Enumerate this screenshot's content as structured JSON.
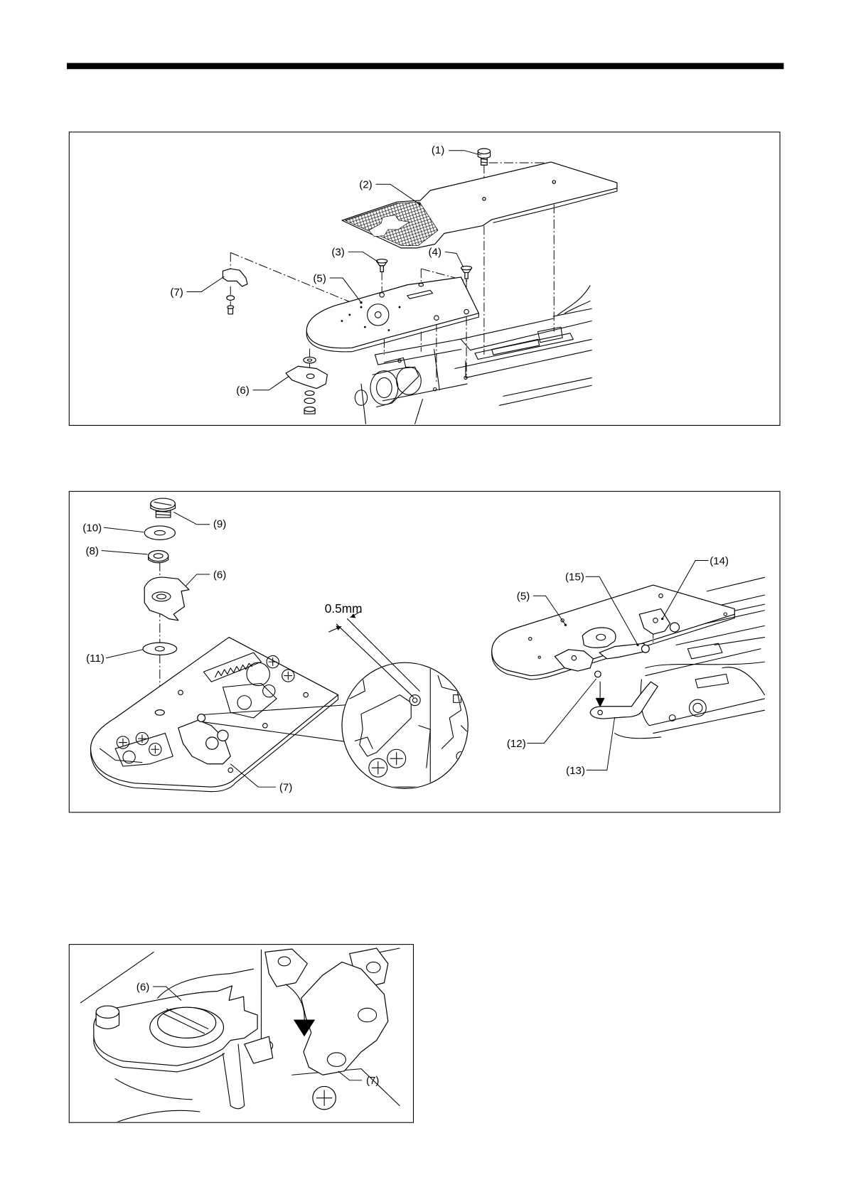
{
  "colors": {
    "line": "#000000",
    "background": "#ffffff"
  },
  "figures": [
    {
      "labels": {
        "p1": "(1)",
        "p2": "(2)",
        "p3": "(3)",
        "p4": "(4)",
        "p5": "(5)",
        "p6": "(6)",
        "p7": "(7)"
      }
    },
    {
      "labels": {
        "p5": "(5)",
        "p6": "(6)",
        "p7": "(7)",
        "p8": "(8)",
        "p9": "(9)",
        "p10": "(10)",
        "p11": "(11)",
        "p12": "(12)",
        "p13": "(13)",
        "p14": "(14)",
        "p15": "(15)"
      },
      "dimension": "0.5mm"
    },
    {
      "labels": {
        "p6": "(6)",
        "p7": "(7)"
      }
    }
  ]
}
